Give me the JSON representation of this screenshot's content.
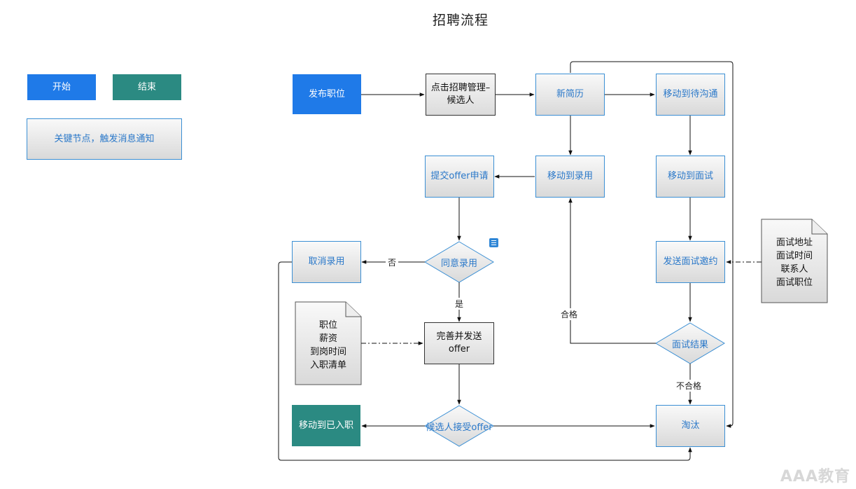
{
  "title": "招聘流程",
  "legend": {
    "start": "开始",
    "end": "结束",
    "key": "关键节点，触发消息通知"
  },
  "nodes": {
    "publish": "发布职位",
    "recruit_manage": "点击招聘管理–候选人",
    "new_resume": "新简历",
    "move_to_contact": "移动到待沟通",
    "submit_offer": "提交offer申请",
    "move_to_hire": "移动到录用",
    "move_to_interview": "移动到面试",
    "cancel_hire": "取消录用",
    "agree_hire": "同意录用",
    "send_invite": "发送面试邀约",
    "complete_offer": "完善并发送offer",
    "interview_result": "面试结果",
    "move_to_onboard": "移动到已入职",
    "accept_offer": "候选人接受offer",
    "eliminate": "淘汰"
  },
  "documents": {
    "offer_doc": [
      "职位",
      "薪资",
      "到岗时间",
      "入职清单"
    ],
    "interview_doc": [
      "面试地址",
      "面试时间",
      "联系人",
      "面试职位"
    ]
  },
  "edge_labels": {
    "no": "否",
    "yes": "是",
    "pass": "合格",
    "fail": "不合格"
  },
  "colors": {
    "start": "#1f7ae8",
    "end": "#2b8a82",
    "key_border": "#3b8fd4",
    "key_text": "#2a78c9"
  },
  "watermark": "AAA教育"
}
